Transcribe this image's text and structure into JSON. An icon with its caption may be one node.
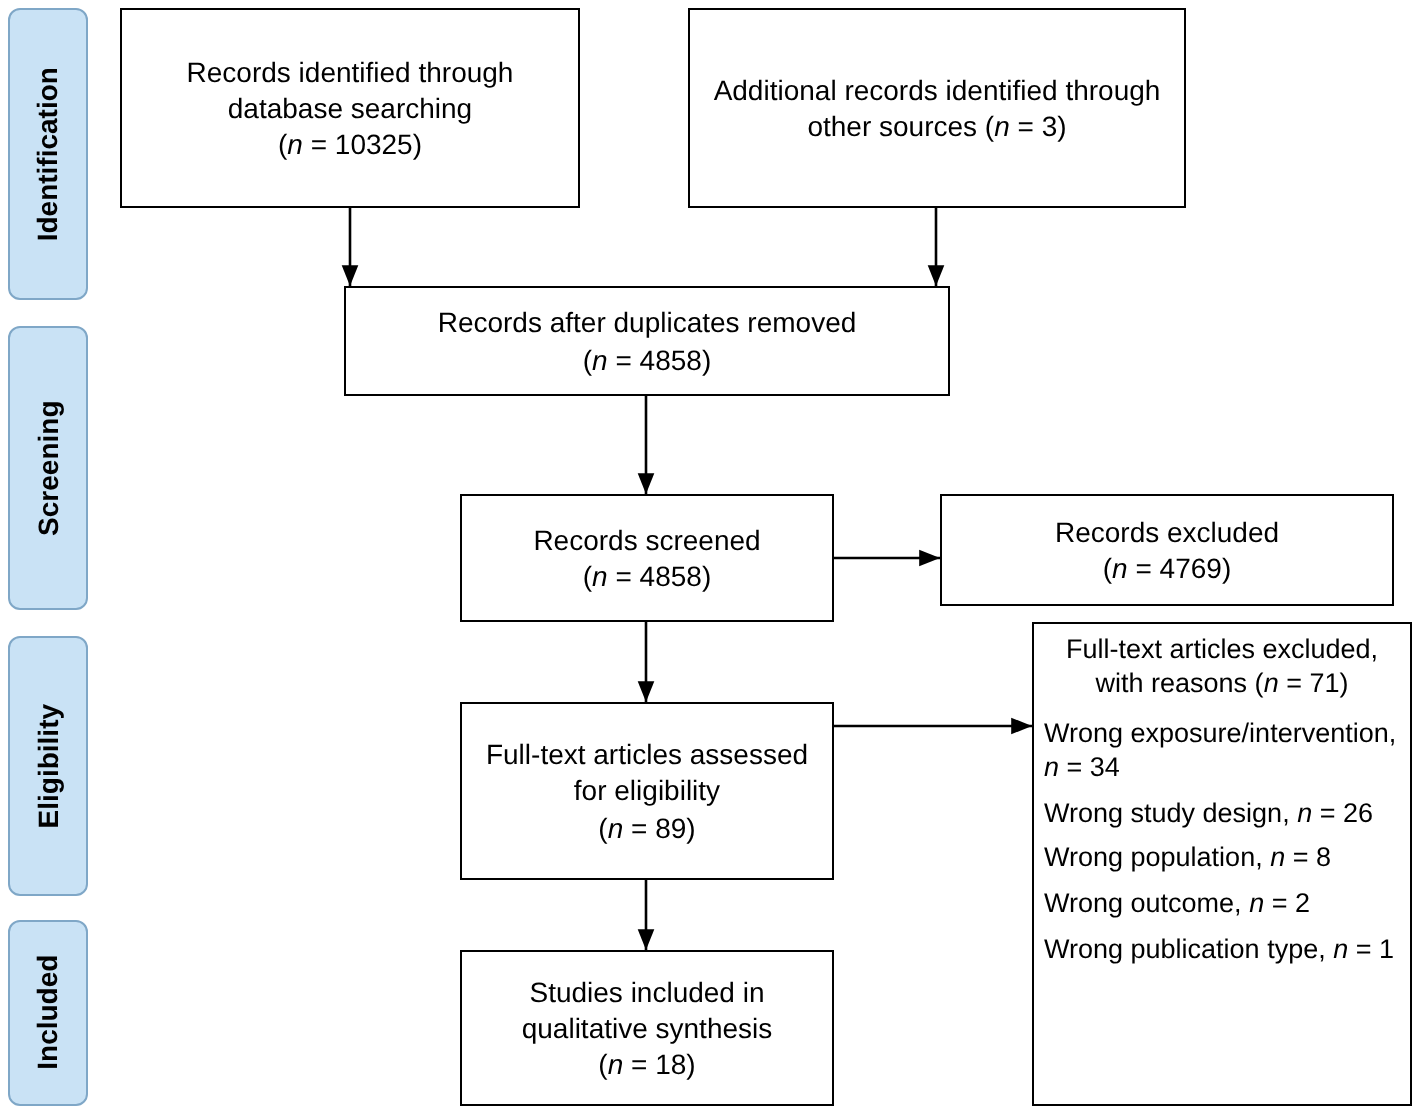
{
  "diagram": {
    "nodes": [
      {
        "text": [
          "Identification"
        ]
      },
      {
        "text": [
          "Records identified through database searching",
          "(*n* = 10325)"
        ]
      },
      {
        "text": [
          "Additional records identified through other sources (*n* = 3)"
        ]
      },
      {
        "text": [
          "Screening"
        ]
      },
      {
        "text": [
          "Records after duplicates removed",
          "(*n* = 4858)"
        ]
      },
      {
        "text": [
          "Records screened",
          "(*n* = 4858)"
        ]
      },
      {
        "text": [
          "Records excluded",
          "(*n* = 4769)"
        ]
      },
      {
        "text": [
          "Eligibility"
        ]
      },
      {
        "text": [
          "Full-text articles assessed for eligibility",
          "(*n* = 89)"
        ]
      },
      {
        "text": [
          "Full-text articles excluded, with reasons (*n* = 71)",
          "Wrong exposure/intervention, *n* = 34",
          "Wrong study design, *n* = 26",
          "Wrong population, *n* = 8",
          "Wrong outcome, *n* = 2",
          "Wrong publication type, *n* = 1"
        ]
      },
      {
        "text": [
          "Included"
        ]
      },
      {
        "text": [
          "Studies included in qualitative synthesis",
          "(*n* = 18)"
        ]
      }
    ],
    "edges": [
      {
        "from": 1,
        "to": 4,
        "arrow": "to"
      },
      {
        "from": 2,
        "to": 4,
        "arrow": "to"
      },
      {
        "from": 4,
        "to": 5,
        "arrow": "to"
      },
      {
        "from": 5,
        "to": 6,
        "arrow": "to"
      },
      {
        "from": 5,
        "to": 8,
        "arrow": "to"
      },
      {
        "from": 8,
        "to": 9,
        "arrow": "to"
      },
      {
        "from": 8,
        "to": 11,
        "arrow": "to"
      }
    ]
  }
}
